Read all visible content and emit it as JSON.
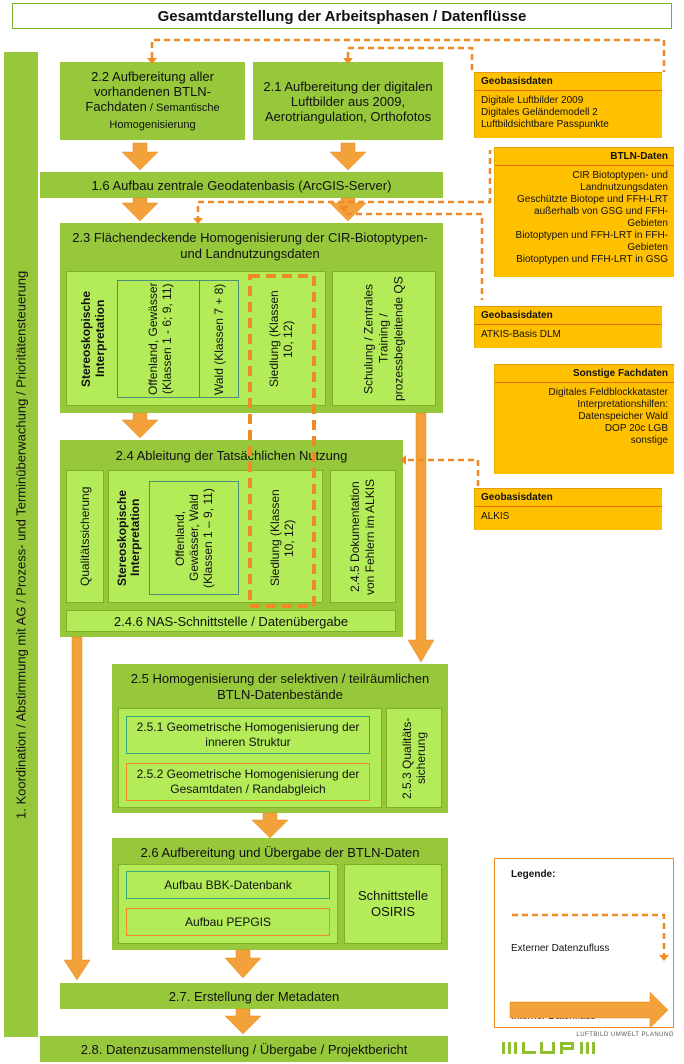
{
  "title": "Gesamtdarstellung der Arbeitsphasen / Datenflüsse",
  "sidebar": "1. Koordination / Abstimmung mit AG / Prozess- und Terminüberwachung / Prioritätensteuerung",
  "box22": {
    "main": "2.2 Aufbereitung aller vorhandenen BTLN-Fachdaten",
    "sub": " / Semantische Homogenisierung"
  },
  "box21": "2.1 Aufbereitung der digitalen Luftbilder aus 2009, Aerotriangulation, Orthofotos",
  "box16": "1.6 Aufbau zentrale Geodatenbasis (ArcGIS-Server)",
  "box23": {
    "title": "2.3 Flächendeckende Homogenisierung der CIR-Biotoptypen- und Landnutzungsdaten",
    "stereo": "Stereoskopische Interpretation",
    "offenland": "Offenland, Gewässer (Klassen 1 - 6; 9, 11)",
    "wald": "Wald (Klassen 7 + 8)",
    "siedlung": "Siedlung (Klassen 10, 12)",
    "schulung": "Schulung / Zentrales Training / prozessbegleitende QS"
  },
  "box24": {
    "title": "2.4  Ableitung der Tatsächlichen Nutzung",
    "qs": "Qualitätssicherung",
    "stereo": "Stereoskopische Interpretation",
    "offenland": "Offenland, Gewässer, Wald (Klassen 1 – 9, 11)",
    "siedlung": "Siedlung (Klassen 10, 12)",
    "doku": "2.4.5 Dokumentation von Fehlern im ALKIS",
    "nas": "2.4.6 NAS-Schnittstelle / Datenübergabe"
  },
  "box25": {
    "title": "2.5 Homogenisierung der selektiven / teilräumlichen BTLN-Datenbestände",
    "item1": "2.5.1 Geometrische Homogenisierung der inneren Struktur",
    "item2": "2.5.2 Geometrische Homogenisierung der Gesamtdaten / Randabgleich",
    "qs": "2.5.3 Qualitäts-sicherung"
  },
  "box26": {
    "title": "2.6 Aufbereitung und Übergabe der BTLN-Daten",
    "bbk": "Aufbau BBK-Datenbank",
    "pepgis": "Aufbau PEPGIS",
    "osiris": "Schnittstelle OSIRIS"
  },
  "box27": "2.7. Erstellung der Metadaten",
  "box28": "2.8. Datenzusammenstellung / Übergabe / Projektbericht",
  "side": [
    {
      "head": "Geobasisdaten",
      "body": [
        "Digitale Luftbilder 2009",
        "Digitales Geländemodell 2",
        "Luftbildsichtbare Passpunkte"
      ]
    },
    {
      "head": "BTLN-Daten",
      "body": [
        "CIR Biotoptypen- und Landnutzungsdaten",
        "Geschützte Biotope  und FFH-LRT außerhalb von GSG und FFH-Gebieten",
        "Biotoptypen und FFH-LRT in FFH-Gebieten",
        "Biotoptypen und FFH-LRT in GSG"
      ]
    },
    {
      "head": "Geobasisdaten",
      "body": [
        "ATKIS-Basis DLM"
      ]
    },
    {
      "head": "Sonstige Fachdaten",
      "body": [
        "Digitales Feldblockkataster",
        "Interpretationshilfen:",
        "Datenspeicher Wald",
        "DOP 20c LGB",
        "sonstige"
      ]
    },
    {
      "head": "Geobasisdaten",
      "body": [
        "ALKIS"
      ]
    }
  ],
  "legend": {
    "title": "Legende:",
    "external": "Externer Datenzufluss",
    "internal": "Interner Datenfluss"
  },
  "logo": {
    "caption": "LUFTBILD UMWELT PLANUNG",
    "letters": "LUP"
  },
  "colors": {
    "green_outer": "#97c83c",
    "green_panel": "#b3ec58",
    "orange_side": "#ffc000",
    "orange_arrow": "#f08a24"
  }
}
